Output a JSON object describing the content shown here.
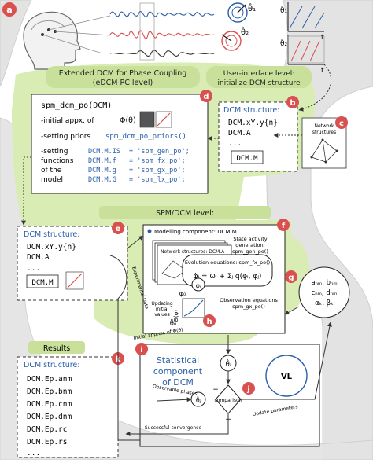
{
  "markers": {
    "a": "a",
    "b": "b",
    "c": "c",
    "d": "d",
    "e": "e",
    "f": "f",
    "g": "g",
    "h": "h",
    "i": "i",
    "j": "j",
    "k": "k"
  },
  "top": {
    "theta1": "θ̂₁",
    "theta2": "θ̂₂",
    "t": "t"
  },
  "edcm": {
    "title_line1": "Extended DCM for Phase Coupling",
    "title_line2": "(eDCM PC level)",
    "main_fn": "spm_dcm_po(DCM)",
    "initial": "-initial appx. of",
    "phi_theta": "Φ(θ)",
    "priors_label": "-setting priors",
    "priors_fn": "spm_dcm_po_priors()",
    "setting": "-setting",
    "functions": "functions",
    "of_the": "of the",
    "model": "model",
    "rows": [
      {
        "k": "DCM.M.IS",
        "v": "= 'spm_gen_po';"
      },
      {
        "k": "DCM.M.f",
        "v": "= 'spm_fx_po';"
      },
      {
        "k": "DCM.M.g",
        "v": "= 'spm_gx_po';"
      },
      {
        "k": "DCM.M.G",
        "v": "= 'spm_lx_po';"
      }
    ]
  },
  "ui": {
    "title_line1": "User-interface level:",
    "title_line2": "initialize DCM structure",
    "struct_title": "DCM structure:",
    "xy": "DCM.xY.y{n}",
    "A": "DCM.A",
    "dots": "...",
    "M": "DCM.M",
    "net_label_line1": "Network",
    "net_label_line2": "structures"
  },
  "spm": {
    "title": "SPM/DCM level:",
    "struct_title": "DCM structure:",
    "xy": "DCM.xY.y{n}",
    "A": "DCM.A",
    "dots": "...",
    "M": "DCM.M",
    "model_comp": "Modelling component: DCM.M",
    "state_act_line1": "State activity",
    "state_act_line2": "generation:",
    "state_act_line3": "spm_gen_po()",
    "net_struct": "Network structures: DCM.A",
    "evo_title": "Evolution equations: spm_fx_po()",
    "evo_eq": "φ̇ᵢ = ωᵢ + Σⱼ q(φᵢ, φⱼ)",
    "phi_i": "φᵢ",
    "phi0": "φ₀",
    "theta0": "θ̂₀",
    "theta": "Θ(φ)",
    "updating_line1": "Updating",
    "updating_line2": "initial",
    "updating_line3": "values",
    "obs_eq_line1": "Observation equations",
    "obs_eq_line2": "spm_gx_po()",
    "exp_data": "Experimental Data",
    "initial_appx": "Initial approx. of Φ(θ)",
    "params_line1": "aₙₘ, bₙₘ",
    "params_line2": "cₙₘ, dₙₘ",
    "params_line3": "αₖ, βₖ"
  },
  "results": {
    "title": "Results",
    "struct_title": "DCM structure:",
    "items": [
      "DCM.Ep.anm",
      "DCM.Ep.bnm",
      "DCM.Ep.cnm",
      "DCM.Ep.dnm",
      "DCM.Ep.rc",
      "DCM.Ep.rs"
    ],
    "dots": "..."
  },
  "stat": {
    "title_line1": "Statistical",
    "title_line2": "component",
    "title_line3": "of DCM",
    "theta_i": "θ̂ᵢ",
    "theta_obs": "θ̂ⱼ",
    "obs_phases": "Observable phases",
    "comparison": "comparison",
    "minus": "−",
    "plus": "+",
    "update_params": "Update parameters",
    "success": "Successful convergence",
    "vl": "VL"
  },
  "colors": {
    "marker": "#d9504f",
    "green": "#d8ebb0",
    "blue": "#2a5fa8",
    "path": "#e4e4e4"
  }
}
